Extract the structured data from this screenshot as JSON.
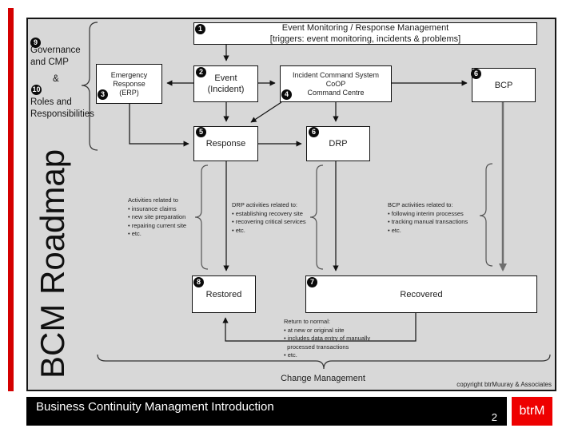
{
  "slide": {
    "vertical_title": "BCM Roadmap",
    "governance": {
      "marker_top": "9",
      "line1": "Governance",
      "line2": "and CMP",
      "amp": "&",
      "marker_bottom": "10",
      "line3": "Roles and",
      "line4": "Responsibilities"
    },
    "top_banner": {
      "marker": "1",
      "line1": "Event Monitoring / Response Management",
      "line2": "[triggers: event monitoring, incidents & problems]"
    },
    "boxes": {
      "erp": {
        "marker": "3",
        "line1": "Emergency",
        "line2": "Response",
        "line3": "(ERP)"
      },
      "event": {
        "marker": "2",
        "line1": "Event",
        "line2": "(Incident)"
      },
      "ics": {
        "marker": "4",
        "line1": "Incident Command System",
        "line2": "CoOP",
        "line3": "Command Centre"
      },
      "bcp": {
        "marker": "6",
        "label": "BCP"
      },
      "response": {
        "marker": "5",
        "label": "Response"
      },
      "drp": {
        "marker": "6",
        "label": "DRP"
      },
      "restored": {
        "marker": "8",
        "label": "Restored"
      },
      "recovered": {
        "marker": "7",
        "label": "Recovered"
      }
    },
    "annotations": {
      "activities": {
        "title": "Activities related to",
        "items": [
          "• insurance claims",
          "• new site preparation",
          "• repairing current site",
          "• etc."
        ]
      },
      "drp": {
        "title": "DRP activities related to:",
        "items": [
          "• establishing recovery site",
          "• recovering critical services",
          "• etc."
        ]
      },
      "bcp": {
        "title": "BCP activities related to:",
        "items": [
          "• following interim processes",
          "• tracking manual transactions",
          "• etc."
        ]
      },
      "return_to_normal": {
        "title": "Return to normal:",
        "items": [
          "• at new or original site",
          "• includes data entry of manually",
          "  processed transactions",
          "• etc."
        ]
      }
    },
    "change_management_label": "Change Management",
    "copyright": "copyright btrMuuray & Associates"
  },
  "footer": {
    "title": "Business Continuity Managment Introduction",
    "page_number": "2",
    "logo_text": "btrM"
  },
  "colors": {
    "accent_red": "#d40000",
    "logo_red": "#ee0000",
    "panel_gray": "#d8d8d8"
  }
}
